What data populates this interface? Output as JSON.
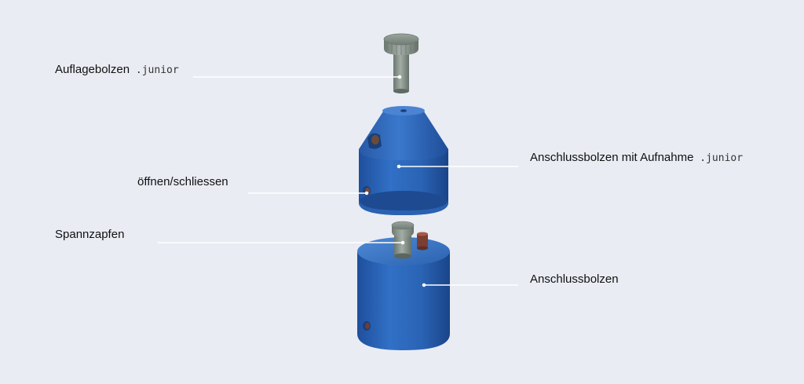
{
  "labels": {
    "auflagebolzen": {
      "text": "Auflagebolzen",
      "suffix": " .junior"
    },
    "oeffnen": {
      "text": "öffnen/schliessen"
    },
    "spannzapfen": {
      "text": "Spannzapfen"
    },
    "anschluss_aufnahme": {
      "text": "Anschlussbolzen mit Aufnahme",
      "suffix": " .junior"
    },
    "anschlussbolzen": {
      "text": "Anschlussbolzen"
    }
  },
  "colors": {
    "background": "#e9ecf3",
    "body_blue": "#2d67b8",
    "body_blue_dark": "#1d4a91",
    "pin_grey": "#7e8c84",
    "leader_line": "#ffffff"
  }
}
